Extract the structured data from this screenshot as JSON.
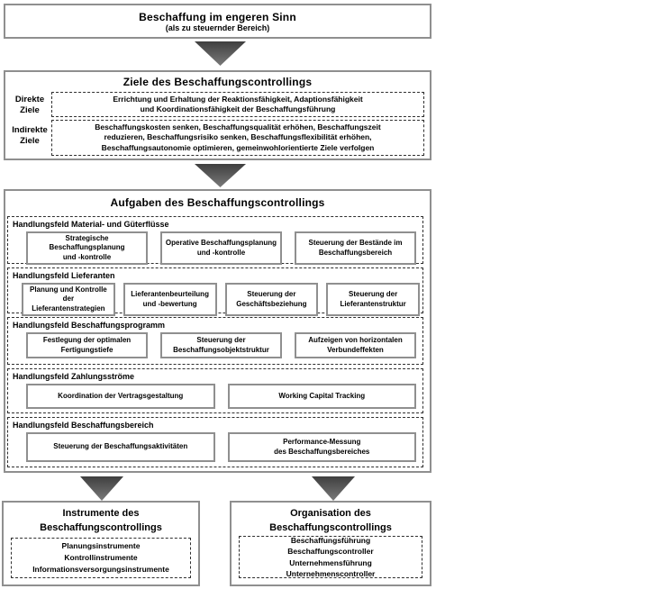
{
  "top_box": {
    "title": "Beschaffung im engeren Sinn",
    "subtitle": "(als zu steuernder Bereich)"
  },
  "ziele_box": {
    "title": "Ziele des Beschaffungscontrollings",
    "direkte": {
      "label": "Direkte\nZiele",
      "text": "Errichtung und Erhaltung der Reaktionsfähigkeit, Adaptionsfähigkeit\nund Koordinationsfähigkeit der Beschaffungsführung"
    },
    "indirekte": {
      "label": "Indirekte\nZiele",
      "text": "Beschaffungskosten senken, Beschaffungsqualität erhöhen, Beschaffungszeit\nreduzieren, Beschaffungsrisiko senken, Beschaffungsflexibilität erhöhen,\nBeschaffungsautonomie optimieren, gemeinwohlorientierte Ziele verfolgen"
    }
  },
  "aufgaben_box": {
    "title": "Aufgaben des Beschaffungscontrollings",
    "sections": [
      {
        "label": "Handlungsfeld Material- und Güterflüsse",
        "boxes": [
          "Strategische Beschaffungsplanung\nund -kontrolle",
          "Operative Beschaffungsplanung\nund -kontrolle",
          "Steuerung der Bestände im\nBeschaffungsbereich"
        ]
      },
      {
        "label": "Handlungsfeld Lieferanten",
        "boxes": [
          "Planung und Kontrolle\nder Lieferantenstrategien",
          "Lieferantenbeurteilung\nund -bewertung",
          "Steuerung der\nGeschäftsbeziehung",
          "Steuerung der\nLieferantenstruktur"
        ]
      },
      {
        "label": "Handlungsfeld Beschaffungsprogramm",
        "boxes": [
          "Festlegung der optimalen\nFertigungstiefe",
          "Steuerung der\nBeschaffungsobjektstruktur",
          "Aufzeigen von horizontalen\nVerbundeffekten"
        ]
      },
      {
        "label": "Handlungsfeld Zahlungsströme",
        "boxes": [
          "Koordination der Vertragsgestaltung",
          "Working Capital Tracking"
        ]
      },
      {
        "label": "Handlungsfeld Beschaffungsbereich",
        "boxes": [
          "Steuerung der Beschaffungsaktivitäten",
          "Performance-Messung\ndes Beschaffungsbereiches"
        ]
      }
    ]
  },
  "instrumente_box": {
    "title": "Instrumente des\nBeschaffungscontrollings",
    "items": "Planungsinstrumente\nKontrollinstrumente\nInformationsversorgungsinstrumente"
  },
  "organisation_box": {
    "title": "Organisation des\nBeschaffungscontrollings",
    "items": "Beschaffungsführung\nBeschaffungscontroller\nUnternehmensführung\nUnternehmenscontroller"
  },
  "colors": {
    "box_border": "#8f8f8f",
    "dashed_border": "#2f2f2f",
    "arrow_dark": "#3f3f3f",
    "arrow_light": "#7a7a7a",
    "text": "#000000",
    "background": "#ffffff"
  }
}
